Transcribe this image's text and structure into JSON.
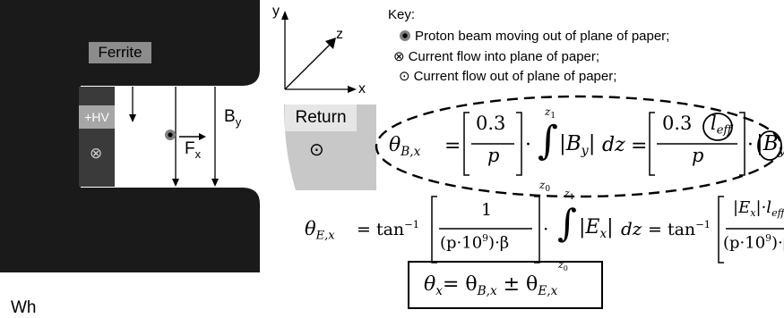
{
  "diagram": {
    "labels": {
      "ferrite": "Ferrite",
      "hv": "+HV",
      "return_label": "Return",
      "force_main": "F",
      "force_sub": "x",
      "field_main": "B",
      "field_sub": "y",
      "current_into": "⊗",
      "current_out": "⊙"
    },
    "axes": {
      "x": "x",
      "y": "y",
      "z": "z"
    },
    "colors": {
      "magnet": "#1a1a1a",
      "ferrite_box": "#8c8c8c",
      "hv_plate": "#3a3a3a",
      "hv_box": "#a6a6a6",
      "return_block": "#c8c8c8",
      "beam": "#808080"
    }
  },
  "key": {
    "title": "Key:",
    "items": [
      {
        "icon": "beam-dot-icon",
        "text": "Proton beam moving out of plane of paper;"
      },
      {
        "icon": "current-into-icon",
        "symbol": "⊗",
        "text": "Current flow into plane of paper;"
      },
      {
        "icon": "current-out-icon",
        "symbol": "⊙",
        "text": "Current flow out of plane of paper;"
      }
    ]
  },
  "equations": {
    "theta_b": {
      "theta": "θ",
      "sub": "B,x",
      "eq": "=",
      "coef": "0.3",
      "p": "p",
      "dot": "·",
      "int": "∫",
      "lower": "z",
      "lower_sub": "0",
      "upper": "z",
      "upper_sub": "1",
      "abs_b": "|B",
      "abs_b_sub": "y",
      "abs_close": "|",
      "dz": "dz",
      "eq2": "=",
      "coef2": "0.3",
      "leff": "l",
      "leff_sub": "eff",
      "p2": "p",
      "dot2": "·",
      "abs_b2": "|B",
      "abs_b2_sub": "y",
      "abs_close2": "|"
    },
    "theta_e": {
      "theta": "θ",
      "sub": "E,x",
      "eq": "= tan",
      "inv": "−1",
      "num": "1",
      "den": "(p·10",
      "den_exp": "9",
      "den_tail": ")·β",
      "dot": "·",
      "int": "∫",
      "lower": "z",
      "lower_sub": "0",
      "upper": "z",
      "upper_sub": "1",
      "abs_e": "|E",
      "abs_e_sub": "x",
      "abs_close": "|",
      "dz": "dz",
      "eq2": "= tan",
      "inv2": "−1",
      "num2a": "|E",
      "num2a_sub": "x",
      "num2b": "|·l",
      "num2b_sub": "eff",
      "den2": "(p·10",
      "den2_exp": "9",
      "den2_tail": ")·β"
    },
    "theta_total": {
      "theta": "θ",
      "sub": "x",
      "eq": "= θ",
      "b_sub": "B,x",
      "pm": " ± θ",
      "e_sub": "E,x"
    }
  },
  "footer": {
    "partial_text": "Wh"
  }
}
